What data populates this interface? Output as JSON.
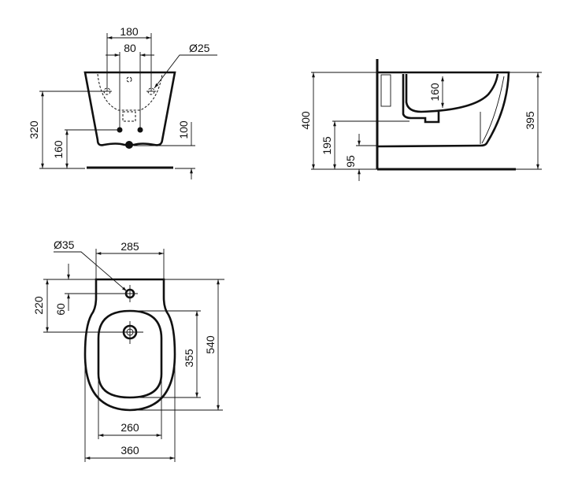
{
  "front_view": {
    "dim_180": "180",
    "dim_80": "80",
    "dim_d25": "Ø25",
    "dim_320": "320",
    "dim_160": "160",
    "dim_100": "100"
  },
  "side_view": {
    "dim_400": "400",
    "dim_160": "160",
    "dim_395": "395",
    "dim_195": "195",
    "dim_95": "95"
  },
  "top_view": {
    "dim_d35": "Ø35",
    "dim_285": "285",
    "dim_220": "220",
    "dim_60": "60",
    "dim_355": "355",
    "dim_540": "540",
    "dim_260": "260",
    "dim_360": "360"
  },
  "colors": {
    "line": "#111111",
    "background": "#ffffff"
  }
}
